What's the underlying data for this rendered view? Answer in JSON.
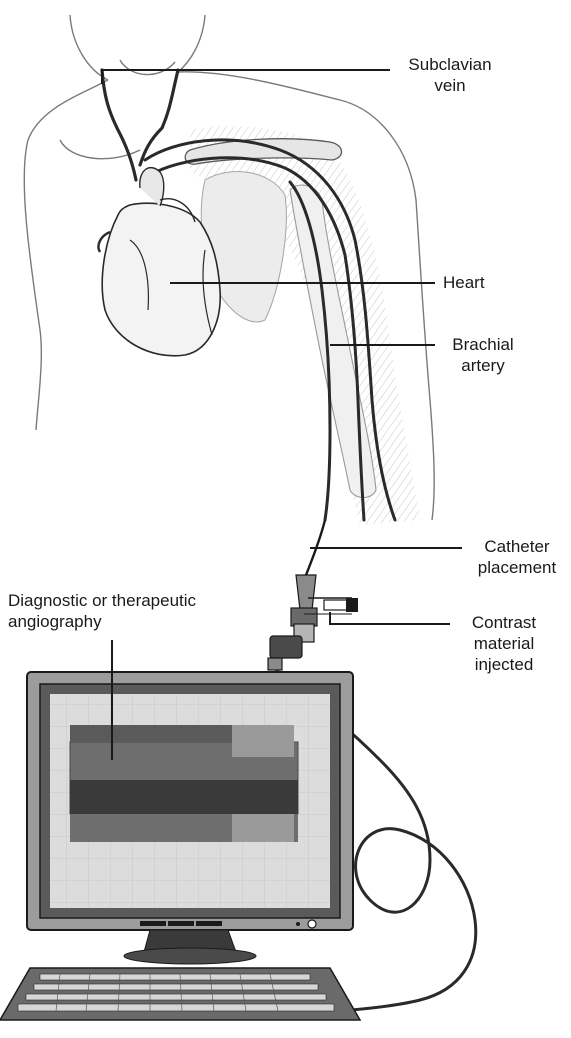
{
  "labels": {
    "subclavian_vein": [
      "Subclavian",
      "vein"
    ],
    "heart": "Heart",
    "brachial_artery": [
      "Brachial",
      "artery"
    ],
    "catheter_placement": [
      "Catheter",
      "placement"
    ],
    "contrast_material": [
      "Contrast",
      "material",
      "injected"
    ],
    "angiography": [
      "Diagnostic or therapeutic",
      "angiography"
    ]
  },
  "colors": {
    "line": "#1a1a1a",
    "skin_outline": "#7a7a7a",
    "monitor_frame": "#8c8c8c",
    "monitor_bezel": "#4a4a4a",
    "screen": "#dcdcdc",
    "vessel_dark": "#3a3a3a",
    "vessel_mid": "#6e6e6e",
    "vessel_light": "#9a9a9a"
  }
}
